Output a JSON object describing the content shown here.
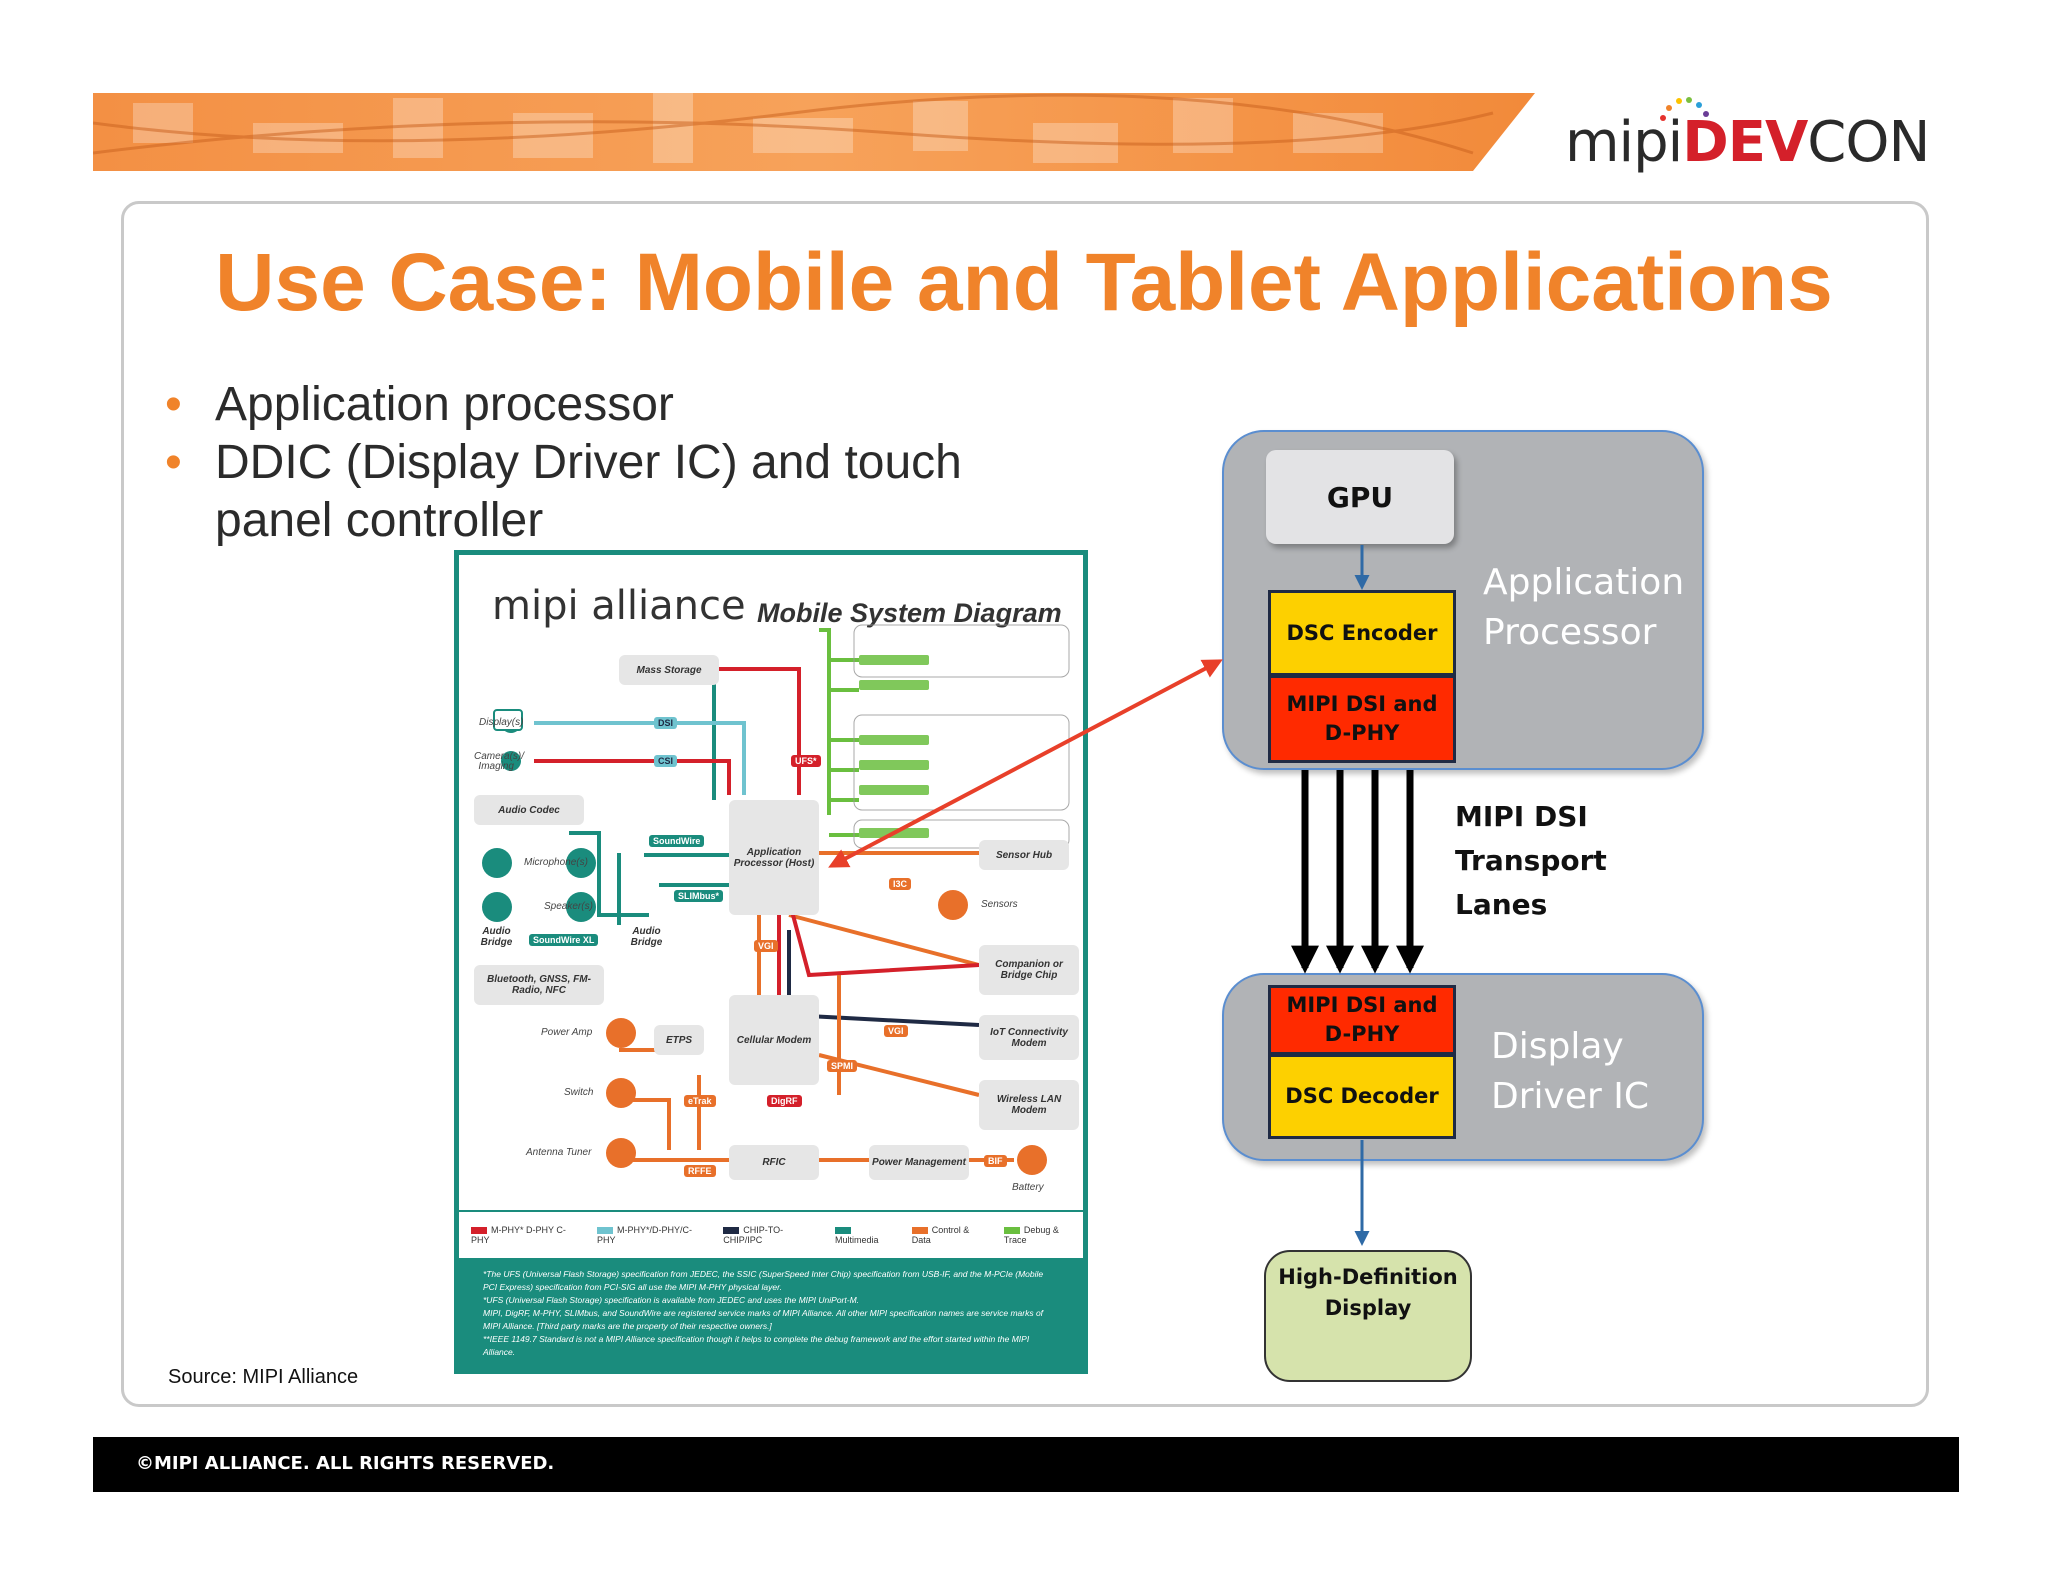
{
  "header": {
    "logo": {
      "mipi": "mipi",
      "dev": "DEV",
      "con": "CON",
      "icon": "dotted-arc-icon"
    }
  },
  "slide": {
    "title": "Use Case: Mobile and Tablet Applications",
    "bullets": [
      "Application processor",
      "DDIC (Display Driver IC) and touch panel controller"
    ],
    "source": "Source: MIPI Alliance"
  },
  "poster": {
    "logo": "mipi alliance",
    "title": "Mobile System Diagram",
    "blocks": {
      "mass_storage": "Mass Storage",
      "audio_codec": "Audio Codec",
      "app_processor": "Application Processor (Host)",
      "sensor_hub": "Sensor Hub",
      "companion": "Companion or Bridge Chip",
      "iot": "IoT Connectivity Modem",
      "wlan": "Wireless LAN Modem",
      "cellular": "Cellular Modem",
      "etps": "ETPS",
      "rfic": "RFIC",
      "power": "Power Management",
      "bluetooth": "Bluetooth, GNSS, FM-Radio, NFC",
      "audio_bridge_l": "Audio Bridge",
      "audio_bridge_r": "Audio Bridge"
    },
    "labels": {
      "displays": "Display(s)",
      "camera": "Camera(s)/ Imaging",
      "microphone": "Microphone(s)",
      "speaker": "Speaker(s)",
      "power_amp": "Power Amp",
      "switch": "Switch",
      "antenna": "Antenna Tuner",
      "sensors": "Sensors",
      "battery": "Battery"
    },
    "tags": {
      "dsi": "DSI",
      "csi": "CSI",
      "ufs": "UFS*",
      "i3c": "I3C",
      "vgi": "VGI",
      "vgi2": "VGI",
      "spmi": "SPMI",
      "digrf": "DigRF",
      "etrak": "eTrak",
      "rffe": "RFFE",
      "bif": "BIF",
      "soundwire": "SoundWire",
      "slimbus": "SLIMbus*",
      "soundwire_xl": "SoundWire XL"
    },
    "legend": [
      "M-PHY* D-PHY C-PHY",
      "M-PHY*/D-PHY/C-PHY",
      "CHIP-TO-CHIP/IPC",
      "Multimedia",
      "Control & Data",
      "Debug & Trace"
    ],
    "footnotes": [
      "*The UFS (Universal Flash Storage) specification from JEDEC, the SSIC (SuperSpeed Inter Chip) specification from USB-IF, and the M-PCIe (Mobile PCI Express) specification from PCI-SIG all use the MIPI M-PHY physical layer.",
      "*UFS (Universal Flash Storage) specification is available from JEDEC and uses the MIPI UniPort-M.",
      "MIPI, DigRF, M-PHY, SLIMbus, and SoundWire are registered service marks of MIPI Alliance. All other MIPI specification names are service marks of MIPI Alliance. [Third party marks are the property of their respective owners.]",
      "**IEEE 1149.7 Standard is not a MIPI Alliance specification though it helps to complete the debug framework and the effort started within the MIPI Alliance."
    ]
  },
  "diagram": {
    "gpu": "GPU",
    "dsc_encoder": "DSC Encoder",
    "mipi_tx": "MIPI DSI and D-PHY",
    "ap_label": "Application Processor",
    "lanes_label": "MIPI DSI Transport Lanes",
    "mipi_rx": "MIPI DSI and D-PHY",
    "dsc_decoder": "DSC Decoder",
    "ddic_label": "Display Driver IC",
    "hd_display": "High-Definition Display",
    "colors": {
      "box": "#b1b3b6",
      "yellow": "#fdd000",
      "red": "#ff2a00",
      "hd": "#d6e3ac",
      "arrow": "#2f6aa6",
      "pointer": "#e8402a"
    }
  },
  "footer": {
    "copyright": "©MIPI ALLIANCE. ALL RIGHTS RESERVED."
  }
}
